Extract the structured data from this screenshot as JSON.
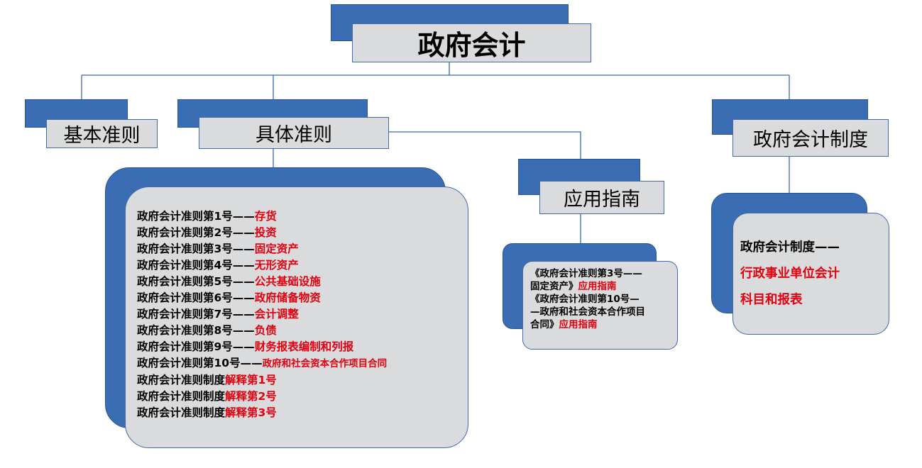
{
  "root": {
    "title": "政府会计"
  },
  "basic_standard": {
    "title": "基本准则"
  },
  "specific_standards": {
    "title": "具体准则",
    "items": [
      {
        "prefix": "政府会计准则第1号——",
        "topic": "存货"
      },
      {
        "prefix": "政府会计准则第2号——",
        "topic": "投资"
      },
      {
        "prefix": "政府会计准则第3号——",
        "topic": "固定资产"
      },
      {
        "prefix": "政府会计准则第4号——",
        "topic": "无形资产"
      },
      {
        "prefix": "政府会计准则第5号——",
        "topic": "公共基础设施"
      },
      {
        "prefix": "政府会计准则第6号——",
        "topic": "政府储备物资"
      },
      {
        "prefix": "政府会计准则第7号——",
        "topic": "会计调整"
      },
      {
        "prefix": "政府会计准则第8号——",
        "topic": "负债"
      },
      {
        "prefix": "政府会计准则第9号——",
        "topic": "财务报表编制和列报"
      },
      {
        "prefix": "政府会计准则第10号——",
        "topic": "政府和社会资本合作项目合同"
      },
      {
        "prefix": "政府会计准则制度",
        "topic": "解释第1号"
      },
      {
        "prefix": "政府会计准则制度",
        "topic": "解释第2号"
      },
      {
        "prefix": "政府会计准则制度",
        "topic": "解释第3号"
      }
    ]
  },
  "application_guide": {
    "title": "应用指南",
    "line1_black": "《政府会计准则第3号——",
    "line2_black": "固定资产》",
    "line2_red": "应用指南",
    "line3_black": "《政府会计准则第10号—",
    "line4_black": "—政府和社会资本合作项目",
    "line5_black": "合同》",
    "line5_red": "应用指南"
  },
  "accounting_system": {
    "title": "政府会计制度",
    "line1": "政府会计制度——",
    "line2": "行政事业单位会计",
    "line3": "科目和报表"
  }
}
